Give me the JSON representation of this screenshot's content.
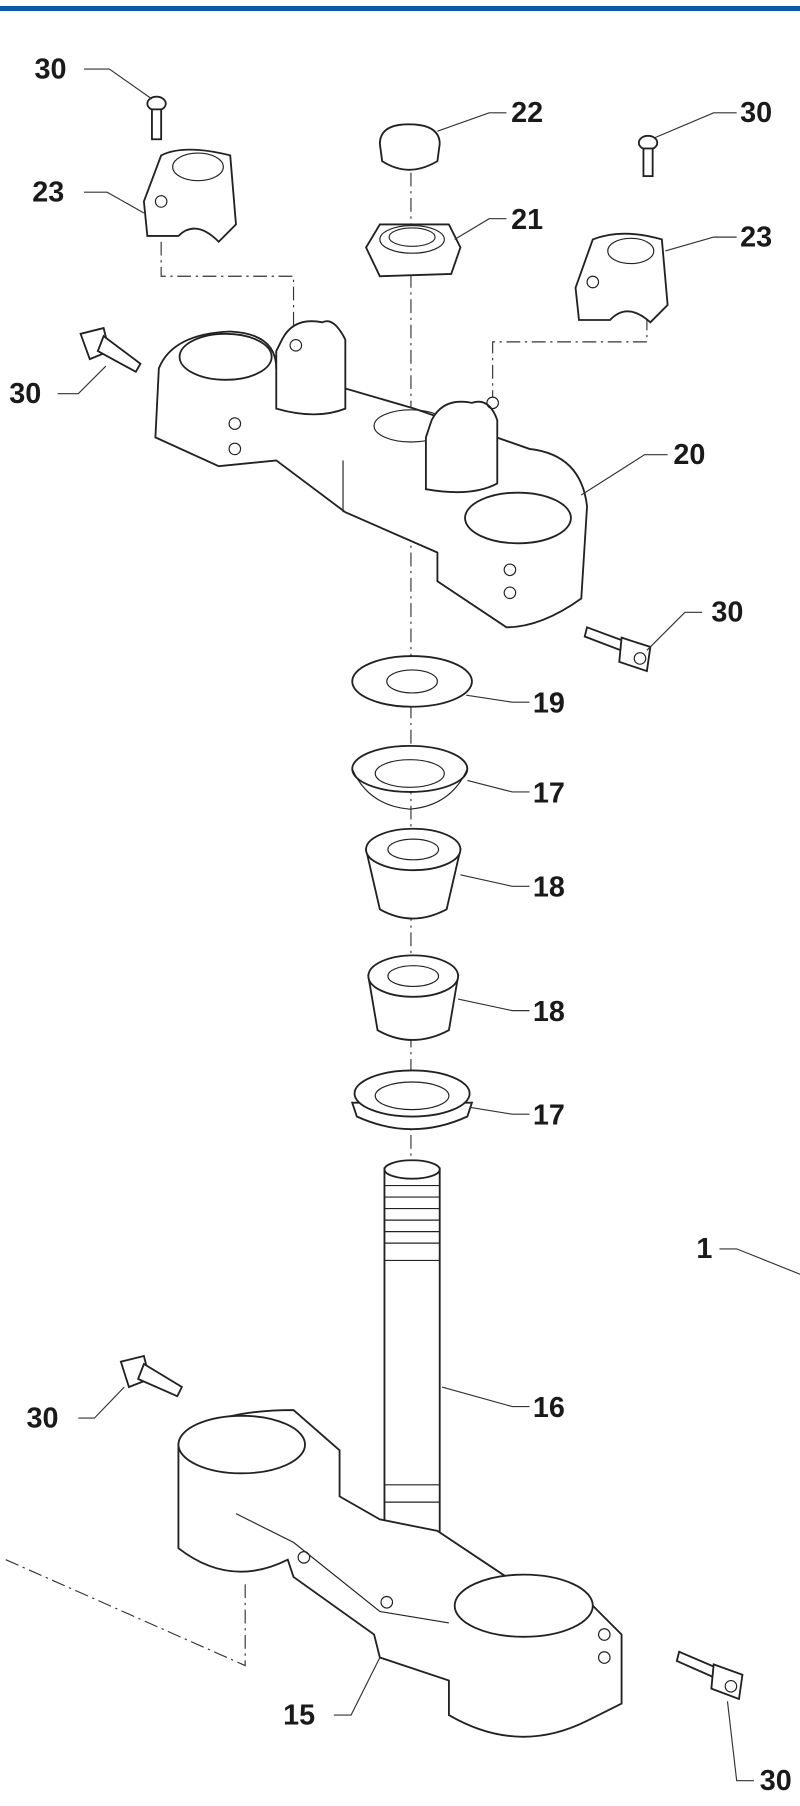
{
  "header": {
    "accent_color": "#0b5aa6"
  },
  "diagram": {
    "title_visible": false,
    "labels": {
      "screw_top_left": "30",
      "cap": "22",
      "screw_top_right": "30",
      "clamp_left": "23",
      "nut": "21",
      "clamp_right": "23",
      "bolt_upper_left": "30",
      "upper_triple_clamp": "20",
      "bolt_upper_right": "30",
      "lock_washer": "19",
      "race_upper": "17",
      "bearing_upper": "18",
      "bearing_lower": "18",
      "race_lower": "17",
      "assembly": "1",
      "steering_stem": "16",
      "bolt_lower_left": "30",
      "lower_triple_clamp": "15",
      "bolt_lower_right": "30"
    }
  }
}
